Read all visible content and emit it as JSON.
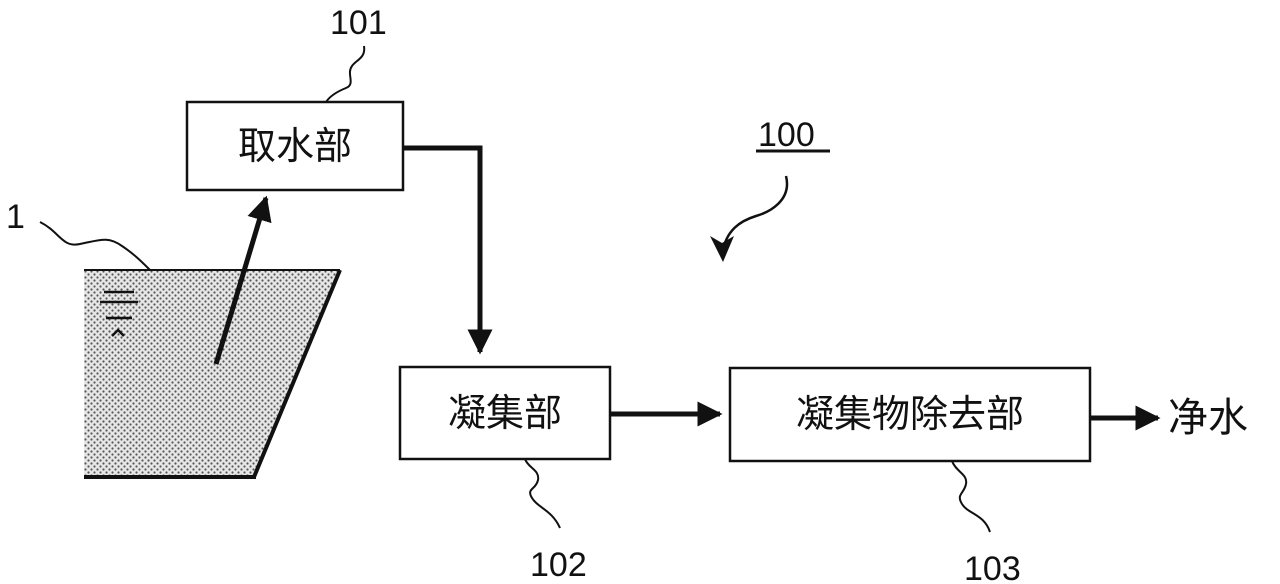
{
  "diagram": {
    "nodes": {
      "intake": {
        "label": "取水部",
        "ref": "101"
      },
      "coagulation": {
        "label": "凝集部",
        "ref": "102"
      },
      "removal": {
        "label": "凝集物除去部",
        "ref": "103"
      }
    },
    "source_ref": "1",
    "system_ref": "100",
    "output_label": "净水"
  }
}
